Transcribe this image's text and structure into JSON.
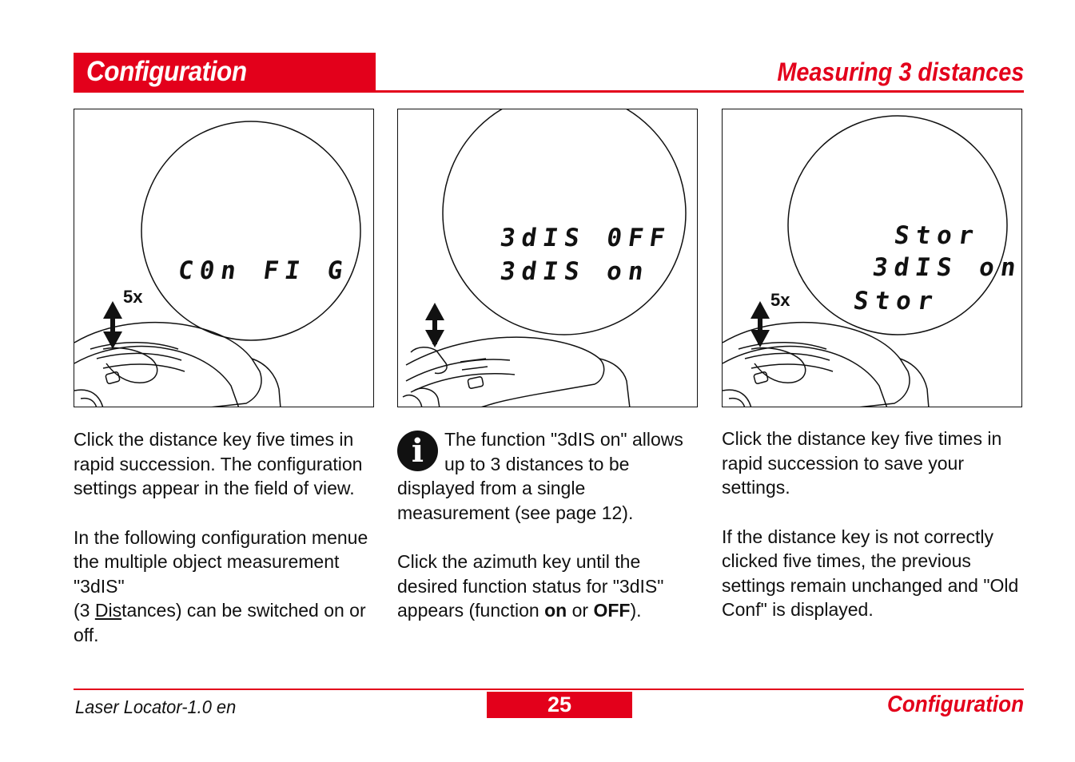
{
  "header": {
    "section_title": "Configuration",
    "subtitle": "Measuring 3 distances"
  },
  "panels": [
    {
      "display_lines": [
        "C0n FI G"
      ],
      "press_count": "5x"
    },
    {
      "display_lines": [
        "3dIS 0FF",
        "3dIS on"
      ],
      "press_count": ""
    },
    {
      "display_lines": [
        "Stor",
        "3dIS on",
        "Stor"
      ],
      "press_count": "5x"
    }
  ],
  "col1": {
    "p1": "Click the distance key five times in rapid succession. The configuration settings appear in the field of view.",
    "p2_a": "In the following configuration menue  the multiple object measurement \"3dIS\"",
    "p2_b": "(3 ",
    "p2_u": "Dis",
    "p2_c": "tances) can be switched on or off."
  },
  "col2": {
    "info_icon": "i",
    "p1": "The function \"3dIS on\" allows up to 3 distances to be displayed from a single measurement (see page 12).",
    "p2_a": "Click the azimuth key until the desired function status for \"3dIS\" appears (function ",
    "p2_on": "on",
    "p2_or": " or ",
    "p2_off": "OFF",
    "p2_end": ")."
  },
  "col3": {
    "p1": "Click the distance key five times in rapid succession to save your settings.",
    "p2": "If the distance key is not correctly clicked five times, the previous settings remain unchanged and \"Old Conf\" is displayed."
  },
  "footer": {
    "product": "Laser Locator-1.0 en",
    "page_number": "25",
    "section": "Configuration"
  },
  "colors": {
    "accent": "#e3001b",
    "ink": "#111111"
  }
}
